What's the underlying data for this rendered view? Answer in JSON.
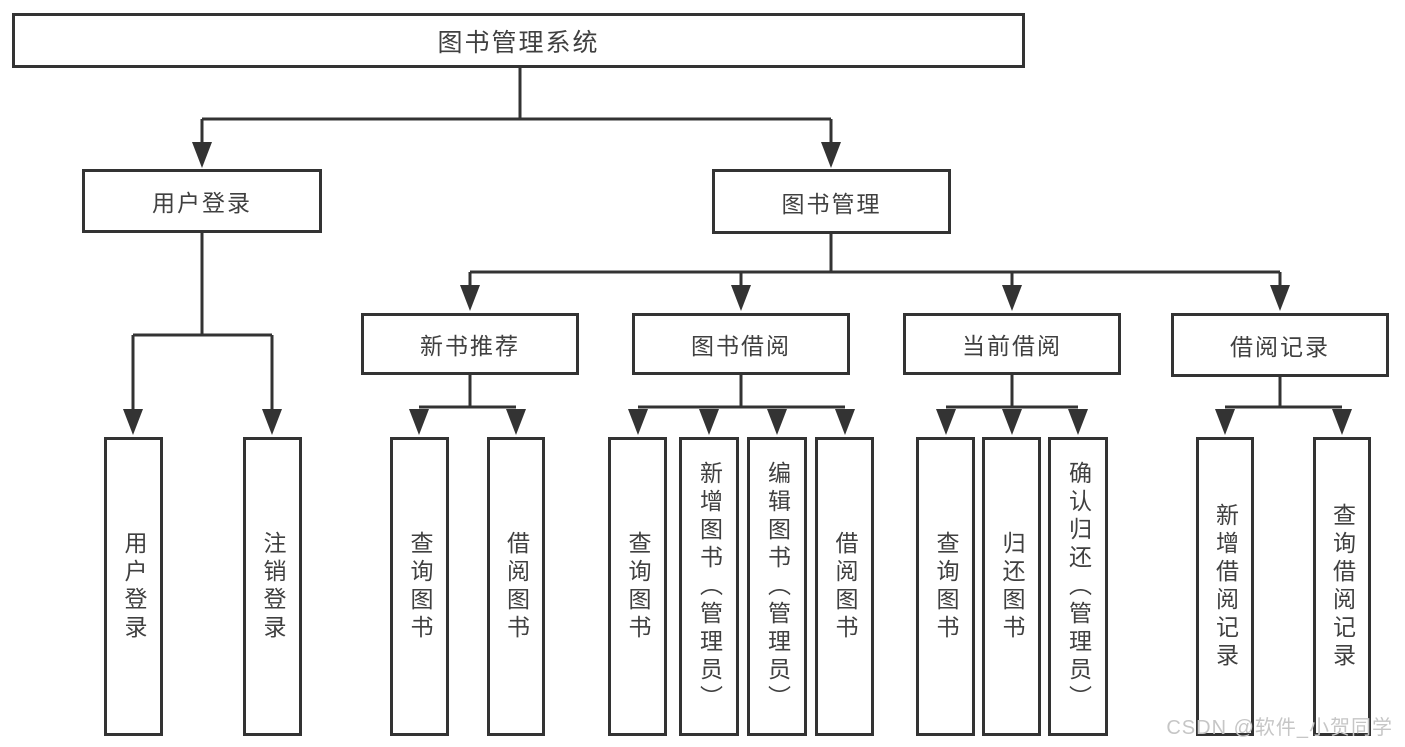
{
  "diagram": {
    "root": {
      "label": "图书管理系统"
    },
    "branches": [
      {
        "label": "用户登录",
        "children": [
          {
            "label": "用户登录"
          },
          {
            "label": "注销登录"
          }
        ]
      },
      {
        "label": "图书管理",
        "children": [
          {
            "label": "新书推荐",
            "children": [
              {
                "label": "查询图书"
              },
              {
                "label": "借阅图书"
              }
            ]
          },
          {
            "label": "图书借阅",
            "children": [
              {
                "label": "查询图书"
              },
              {
                "label": "新增图书（管理员）"
              },
              {
                "label": "编辑图书（管理员）"
              },
              {
                "label": "借阅图书"
              }
            ]
          },
          {
            "label": "当前借阅",
            "children": [
              {
                "label": "查询图书"
              },
              {
                "label": "归还图书"
              },
              {
                "label": "确认归还（管理员）"
              }
            ]
          },
          {
            "label": "借阅记录",
            "children": [
              {
                "label": "新增借阅记录"
              },
              {
                "label": "查询借阅记录"
              }
            ]
          }
        ]
      }
    ]
  },
  "watermark": {
    "text": "CSDN @软件_小贺同学",
    "color": "#c6c6c6"
  },
  "colors": {
    "line": "#333333",
    "box_border": "#333333",
    "box_fill": "#ffffff",
    "text": "#404040",
    "background": "#ffffff"
  }
}
